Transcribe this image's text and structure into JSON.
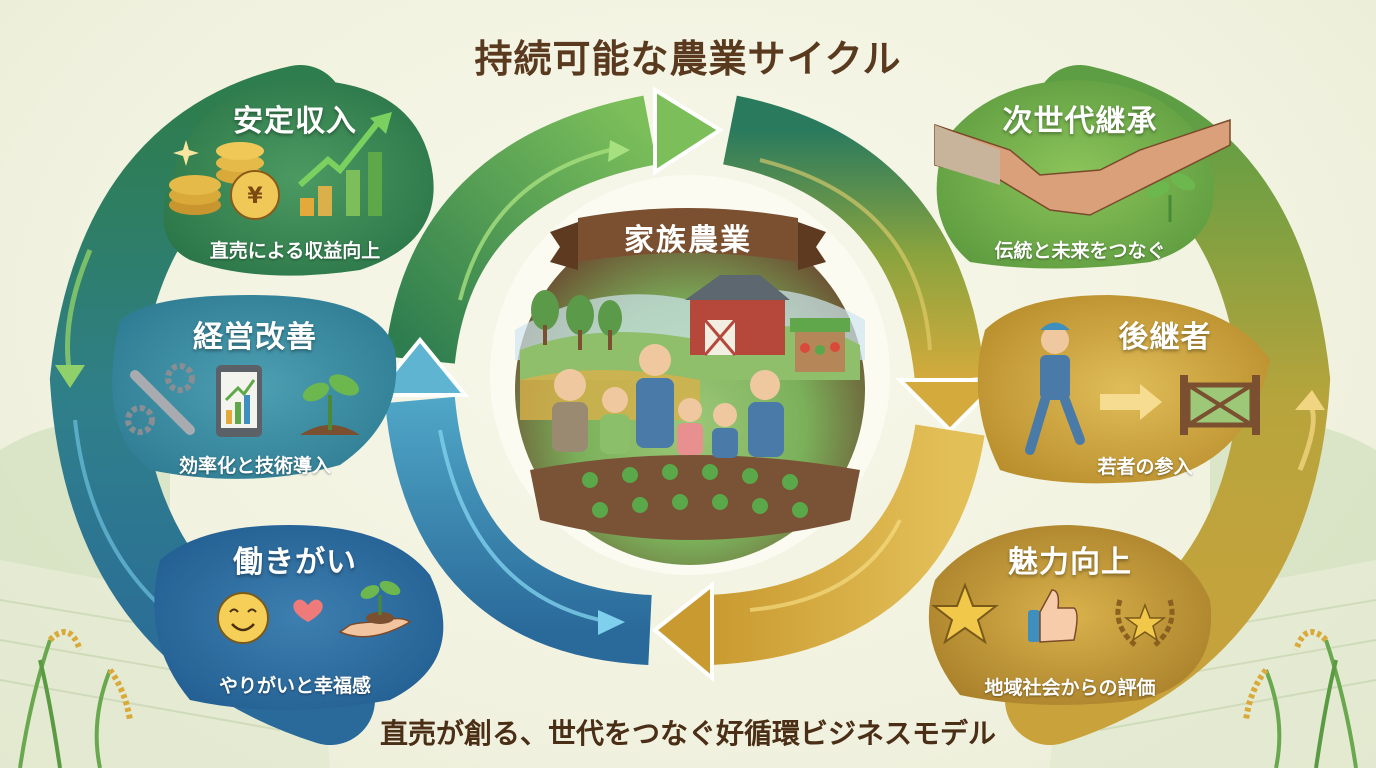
{
  "title": "持続可能な農業サイクル",
  "subtitle": "直売が創る、世代をつなぐ好循環ビジネスモデル",
  "center": {
    "banner": "家族農業",
    "scene": "family-farming-illustration"
  },
  "colors": {
    "title": "#5a3a1e",
    "green_dark": "#2e7d4f",
    "green_light": "#7cbf5a",
    "teal": "#3f8f9e",
    "blue": "#2a6a9a",
    "blue_light": "#5fb4d2",
    "gold": "#c9a23c",
    "gold_light": "#e6c45a",
    "banner_brown": "#7a5030",
    "background": "#f4f4e4"
  },
  "left_cycle": {
    "nodes": [
      {
        "title": "安定収入",
        "caption": "直売による収益向上",
        "icons": [
          "sparkle-icon",
          "yen-coins-icon",
          "growth-chart-icon"
        ]
      },
      {
        "title": "経営改善",
        "caption": "効率化と技術導入",
        "icons": [
          "wrench-gears-icon",
          "tablet-chart-icon",
          "sprout-icon"
        ]
      },
      {
        "title": "働きがい",
        "caption": "やりがいと幸福感",
        "icons": [
          "smiley-icon",
          "heart-icon",
          "hand-sprout-icon"
        ]
      }
    ]
  },
  "right_cycle": {
    "nodes": [
      {
        "title": "次世代継承",
        "caption": "伝統と未来をつなぐ",
        "icons": [
          "handshake-icon",
          "sprout-icon"
        ]
      },
      {
        "title": "後継者",
        "caption": "若者の参入",
        "icons": [
          "young-farmer-icon",
          "arrow-right-icon",
          "farm-gate-icon"
        ]
      },
      {
        "title": "魅力向上",
        "caption": "地域社会からの評価",
        "icons": [
          "star-icon",
          "thumbs-up-icon",
          "laurel-star-icon"
        ]
      }
    ]
  }
}
